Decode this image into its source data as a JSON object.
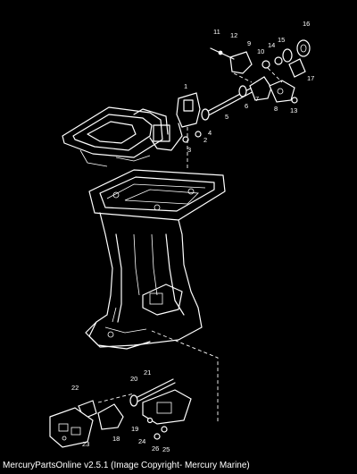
{
  "caption": "MercuryPartsOnline v2.5.1 (Image Copyright- Mercury Marine)",
  "callouts": [
    "1",
    "2",
    "3",
    "4",
    "5",
    "6",
    "7",
    "8",
    "9",
    "10",
    "11",
    "12",
    "13",
    "14",
    "15",
    "16",
    "17",
    "18",
    "19",
    "20",
    "21",
    "22",
    "23",
    "24",
    "25",
    "26"
  ]
}
